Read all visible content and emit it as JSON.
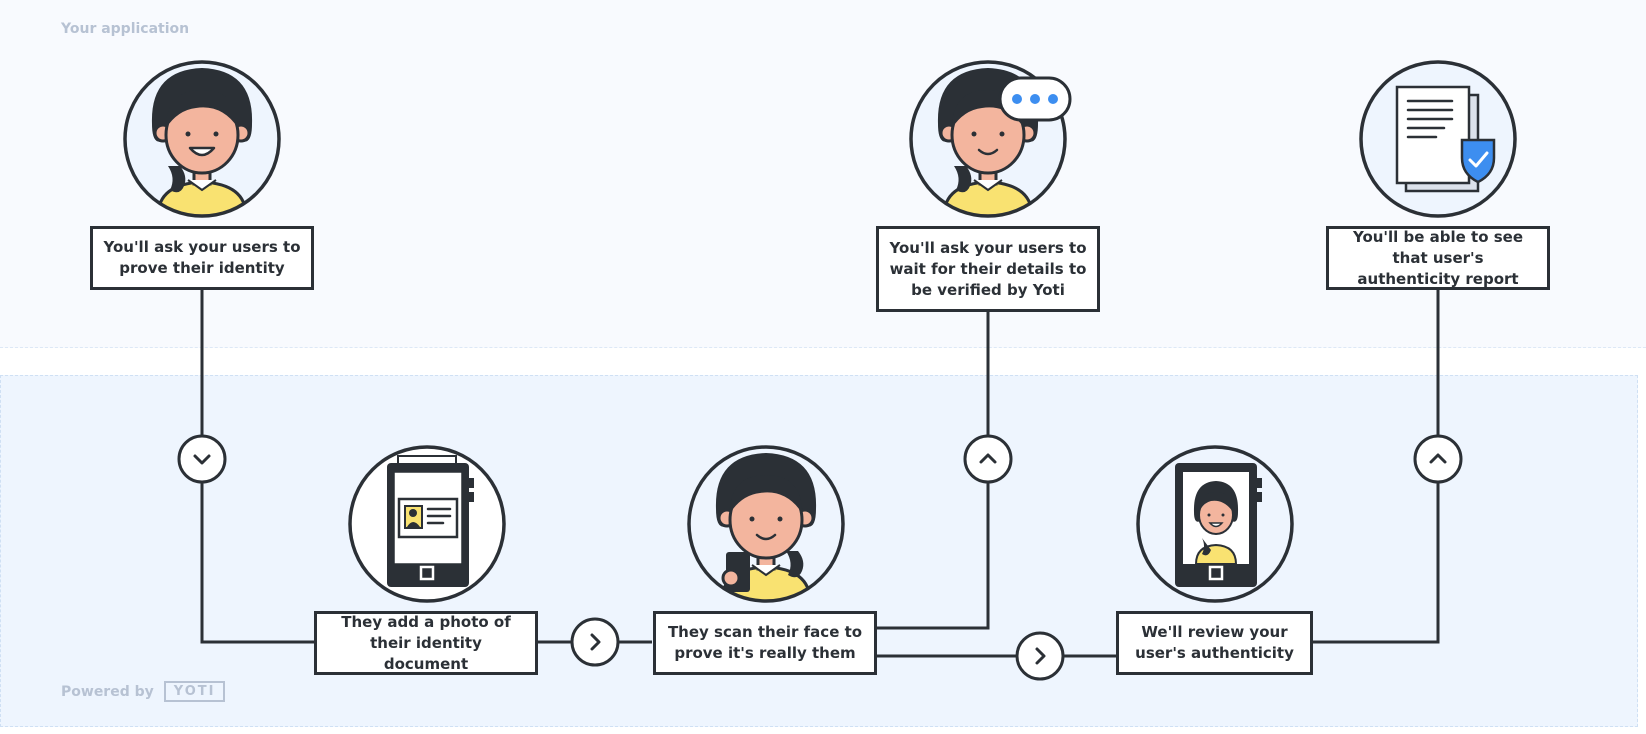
{
  "header": {
    "title": "Your application"
  },
  "footer": {
    "powered_by": "Powered by",
    "brand": "YOTI"
  },
  "steps": [
    {
      "id": "ask-prove",
      "text": "You'll ask your users to prove their identity"
    },
    {
      "id": "ask-wait",
      "text": "You'll ask your users to wait for their details to be verified by Yoti"
    },
    {
      "id": "see-report",
      "text": "You'll be able to see that user's authenticity report"
    },
    {
      "id": "add-photo",
      "text": "They add a photo of their identity document"
    },
    {
      "id": "scan-face",
      "text": "They scan their face to prove it's really them"
    },
    {
      "id": "review",
      "text": "We'll review your user's authenticity"
    }
  ],
  "colors": {
    "line": "#2b3036",
    "skin": "#f3b59e",
    "hair": "#2b3036",
    "shirt": "#f9e271",
    "accent_blue": "#3d8ef0",
    "circle_fill": "#eef5fe"
  }
}
